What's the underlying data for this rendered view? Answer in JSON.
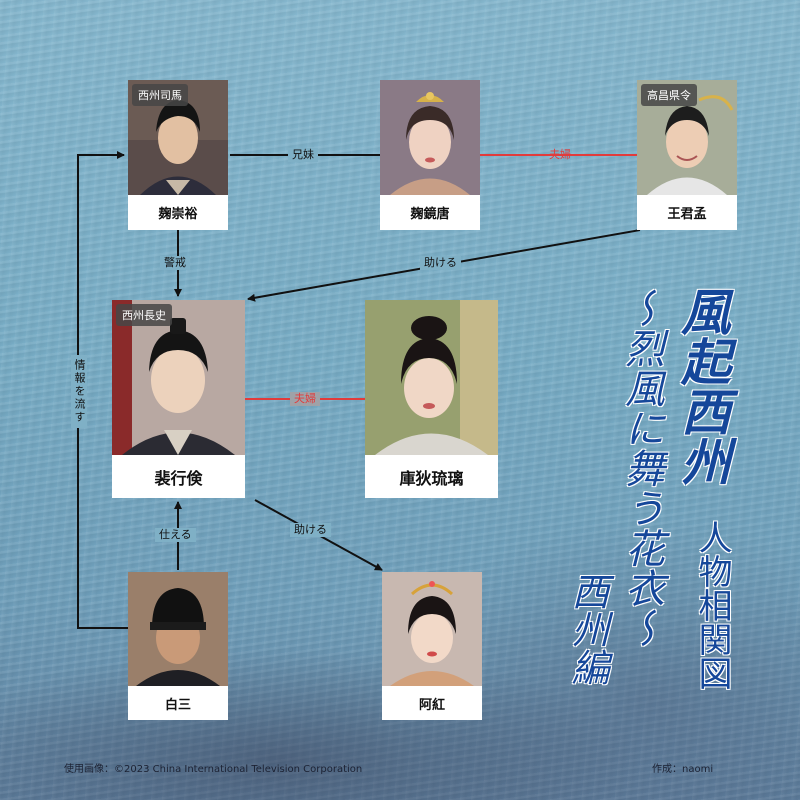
{
  "title": {
    "main": "風起西州",
    "sub": "～烈風に舞う花衣～",
    "kind": "人物相関図",
    "edition": "西州編"
  },
  "people": {
    "kikusuyu": {
      "name": "麹崇裕",
      "tag": "西州司馬"
    },
    "kikukyoutou": {
      "name": "麹鏡唐"
    },
    "oukunmou": {
      "name": "王君孟",
      "tag": "高昌県令"
    },
    "haikouken": {
      "name": "裴行倹",
      "tag": "西州長史"
    },
    "kotekiruri": {
      "name": "庫狄琉璃"
    },
    "hakusan": {
      "name": "白三"
    },
    "akou": {
      "name": "阿紅"
    }
  },
  "relations": {
    "siblings": "兄妹",
    "couple1": "夫婦",
    "warn": "警戒",
    "help1": "助ける",
    "couple2": "夫婦",
    "info": "情報を流す",
    "serve": "仕える",
    "help2": "助ける"
  },
  "footer": {
    "credit": "使用画像：©2023 China International Television Corporation",
    "author": "作成：naomi"
  },
  "colors": {
    "line": "#111111",
    "couple_line": "#e23b3b",
    "title_blue": "#15479a"
  }
}
